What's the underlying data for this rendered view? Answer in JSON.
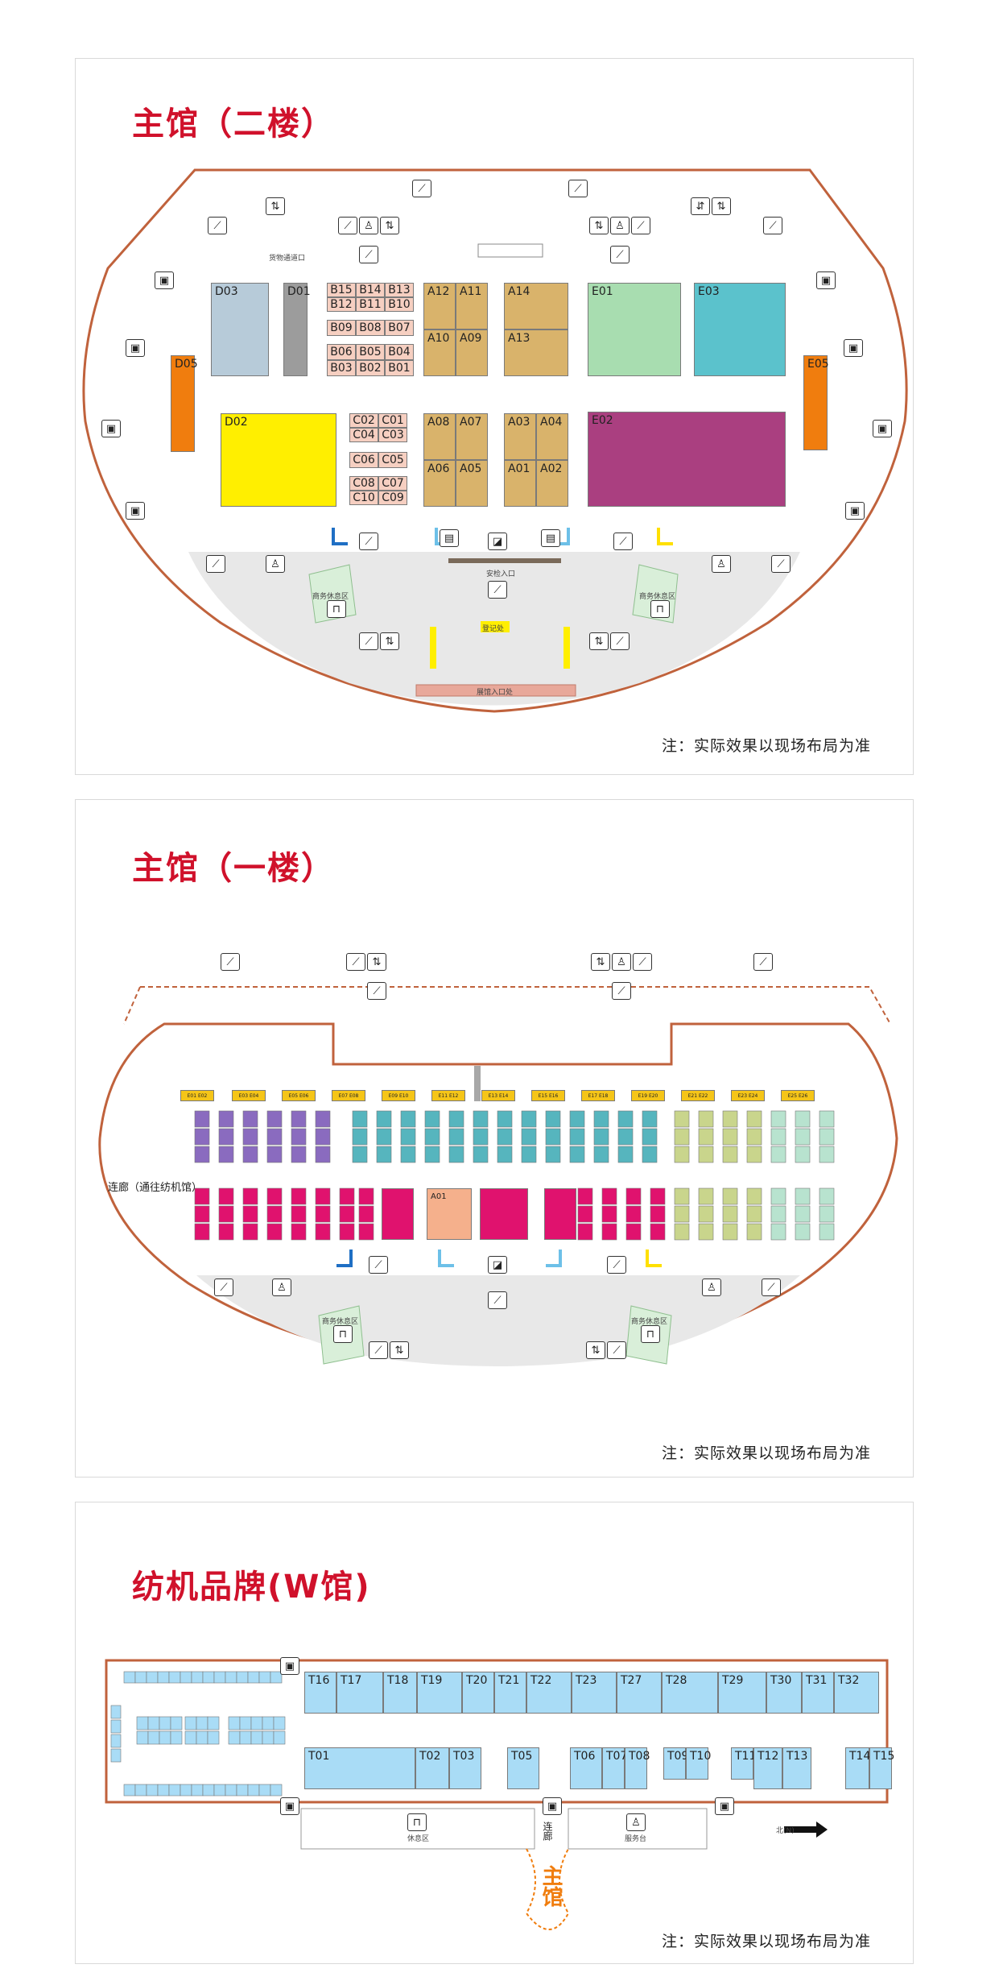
{
  "panels": [
    {
      "title": "主馆（二楼）",
      "note": "注：实际效果以现场布局为准"
    },
    {
      "title": "主馆（一楼）",
      "note": "注：实际效果以现场布局为准"
    },
    {
      "title": "纺机品牌(W馆)",
      "note": "注：实际效果以现场布局为准"
    }
  ],
  "floor2": {
    "labels": {
      "security_entrance": "安检入口",
      "registration": "登记处",
      "main_entrance": "展馆入口处",
      "lounge_left": "商务休息区",
      "lounge_right": "商务休息区",
      "exit_top": "货物通道口"
    },
    "booths": {
      "D03": "D03",
      "D01": "D01",
      "D05": "D05",
      "D02": "D02",
      "E05": "E05",
      "E01": "E01",
      "E03": "E03",
      "E02": "E02",
      "B15": "B15",
      "B14": "B14",
      "B13": "B13",
      "B12": "B12",
      "B11": "B11",
      "B10": "B10",
      "B09": "B09",
      "B08": "B08",
      "B07": "B07",
      "B06": "B06",
      "B05": "B05",
      "B04": "B04",
      "B03": "B03",
      "B02": "B02",
      "B01": "B01",
      "C02": "C02",
      "C01": "C01",
      "C04": "C04",
      "C03": "C03",
      "C06": "C06",
      "C05": "C05",
      "C08": "C08",
      "C07": "C07",
      "C10": "C10",
      "C09": "C09",
      "A12": "A12",
      "A11": "A11",
      "A10": "A10",
      "A09": "A09",
      "A14": "A14",
      "A13": "A13",
      "A08": "A08",
      "A07": "A07",
      "A06": "A06",
      "A05": "A05",
      "A03": "A03",
      "A04": "A04",
      "A01": "A01",
      "A02": "A02"
    }
  },
  "floor1": {
    "labels": {
      "corridor": "连廊（通往纺机馆）",
      "lounge_left": "商务休息区",
      "lounge_right": "商务休息区"
    },
    "top_row": [
      "E01 E02",
      "E03 E04",
      "E05 E06",
      "E07 E08",
      "E09 E10",
      "E11 E12",
      "E13 E14",
      "E15 E16",
      "E17 E18",
      "E19 E20",
      "E21 E22",
      "E23 E24",
      "E25 E26"
    ],
    "booths": {
      "A01": "A01"
    }
  },
  "hallW": {
    "labels": {
      "main_hall": "主馆",
      "corridor": "连廊",
      "north": "北(N)",
      "lounge": "休息区",
      "service": "服务台"
    },
    "top_row": [
      "T16",
      "T17",
      "T18",
      "T19",
      "T20",
      "T21",
      "T22",
      "T23",
      "T27",
      "T28",
      "T29",
      "T30",
      "T31",
      "T32"
    ],
    "bottom_row": [
      "T01",
      "T02",
      "T03",
      "T05",
      "T06",
      "T07",
      "T08",
      "T09",
      "T10",
      "T11",
      "T12",
      "T13",
      "T14",
      "T15"
    ]
  },
  "colors": {
    "title_red": "#d0112b",
    "outline": "#c0623c",
    "d03": "#b7cbd9",
    "d01": "#9c9c9c",
    "orange": "#f07d0e",
    "yellow": "#ffef00",
    "gold": "#d9b36b",
    "b_pink": "#f6cfc1",
    "green": "#a8ddb0",
    "teal": "#5bc2cc",
    "magenta": "#aa3f80",
    "purple": "#8a6bbf",
    "cyan": "#56b5be",
    "pink": "#e0126e",
    "olive": "#c9d58c",
    "mint": "#b8e3cf",
    "sky": "#a9dcf6",
    "gray_area": "#e8e8e8"
  }
}
